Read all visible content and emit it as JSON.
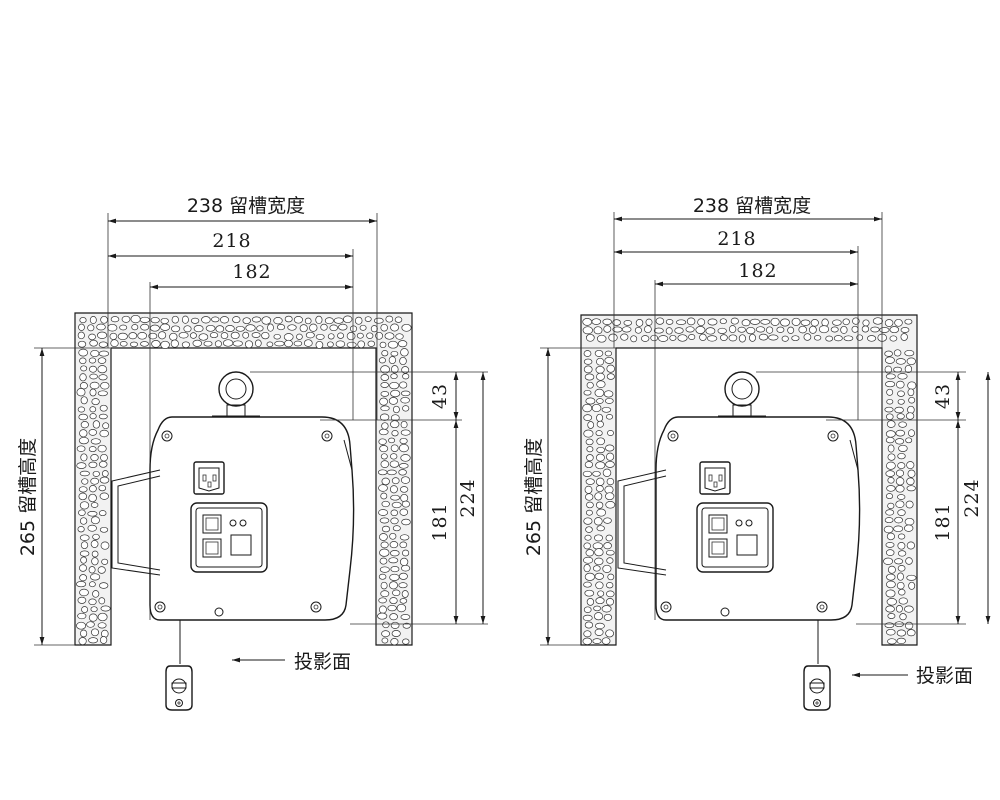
{
  "figures": [
    {
      "id": "left",
      "dims": {
        "width_238": "238 留槽宽度",
        "width_218": "218",
        "width_182": "182",
        "height_265": "265 留槽高度",
        "height_43": "43",
        "height_181": "181",
        "height_224": "224"
      },
      "projection_label": "投影面"
    },
    {
      "id": "right",
      "dims": {
        "width_238": "238 留槽宽度",
        "width_218": "218",
        "width_182": "182",
        "height_265": "265 留槽高度",
        "height_43": "43",
        "height_181": "181",
        "height_224": "224"
      },
      "projection_label": "投影面"
    }
  ]
}
